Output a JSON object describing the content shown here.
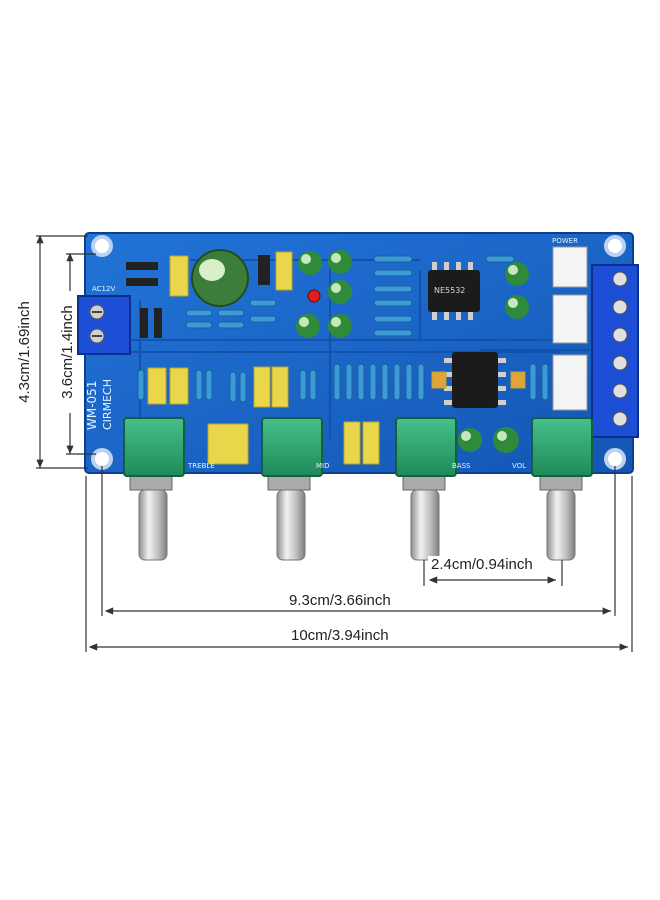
{
  "product": {
    "model_label": "WM-051",
    "brand_label": "CIRMECH",
    "pot_labels": [
      "TREBLE",
      "MID",
      "BASS",
      "VOL"
    ],
    "voltage_label": "AC12V",
    "power_label": "POWER",
    "chip_marking": "NE5532"
  },
  "dimensions": {
    "total_height": "4.3cm/1.69inch",
    "hole_height": "3.6cm/1.4inch",
    "knob_spacing": "2.4cm/0.94inch",
    "hole_width": "9.3cm/3.66inch",
    "total_width": "10cm/3.94inch"
  },
  "colors": {
    "pcb": "#1a63c8",
    "pcb_dark": "#0f4aa3",
    "terminal_blue": "#1d4fd6",
    "pot_green": "#2faa74",
    "capacitor_yellow": "#e9d64a",
    "shaft_silver": "#c9c9c9",
    "dimension_line": "#333333"
  }
}
